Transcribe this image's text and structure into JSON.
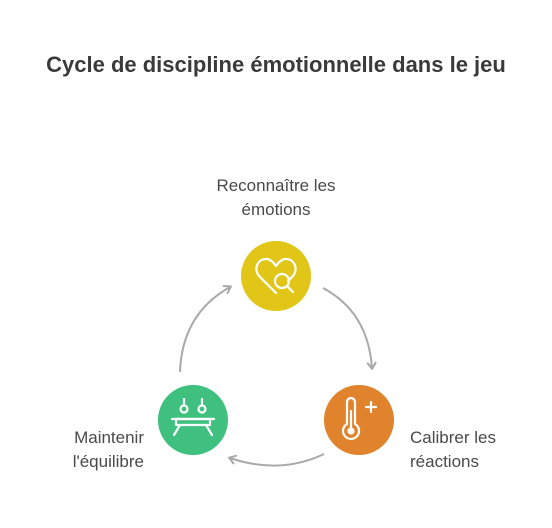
{
  "title": "Cycle de discipline émotionnelle dans le jeu",
  "nodes": [
    {
      "id": "recognize",
      "label_lines": [
        "Reconnaître les",
        "émotions"
      ],
      "color": "#e2c617",
      "icon": "heart-search-icon"
    },
    {
      "id": "calibrate",
      "label_lines": [
        "Calibrer les",
        "réactions"
      ],
      "color": "#e0832c",
      "icon": "thermometer-plus-icon"
    },
    {
      "id": "maintain",
      "label_lines": [
        "Maintenir",
        "l'équilibre"
      ],
      "color": "#3fc07f",
      "icon": "balance-beam-icon"
    }
  ],
  "arrow_color": "#a9a9a9"
}
